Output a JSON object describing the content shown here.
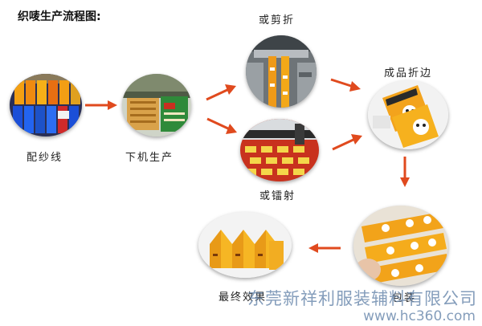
{
  "title": "织唛生产流程图:",
  "steps": [
    {
      "label": "配纱线",
      "icon": "yarn-spools-photo"
    },
    {
      "label": "下机生产",
      "icon": "loom-machine-photo"
    },
    {
      "label": "或剪折",
      "icon": "cutting-folding-machine-photo"
    },
    {
      "label": "或镭射",
      "icon": "laser-cutting-photo"
    },
    {
      "label": "成品折边",
      "icon": "folded-labels-photo"
    },
    {
      "label": "包装",
      "icon": "packing-photo"
    },
    {
      "label": "最终效果",
      "icon": "finished-labels-photo"
    }
  ],
  "colors": {
    "arrow": "#e04a1e",
    "label_orange": "#f0a010"
  },
  "watermark": {
    "company": "东莞新祥利服装辅料有限公司",
    "url": "www.hc360.com"
  }
}
